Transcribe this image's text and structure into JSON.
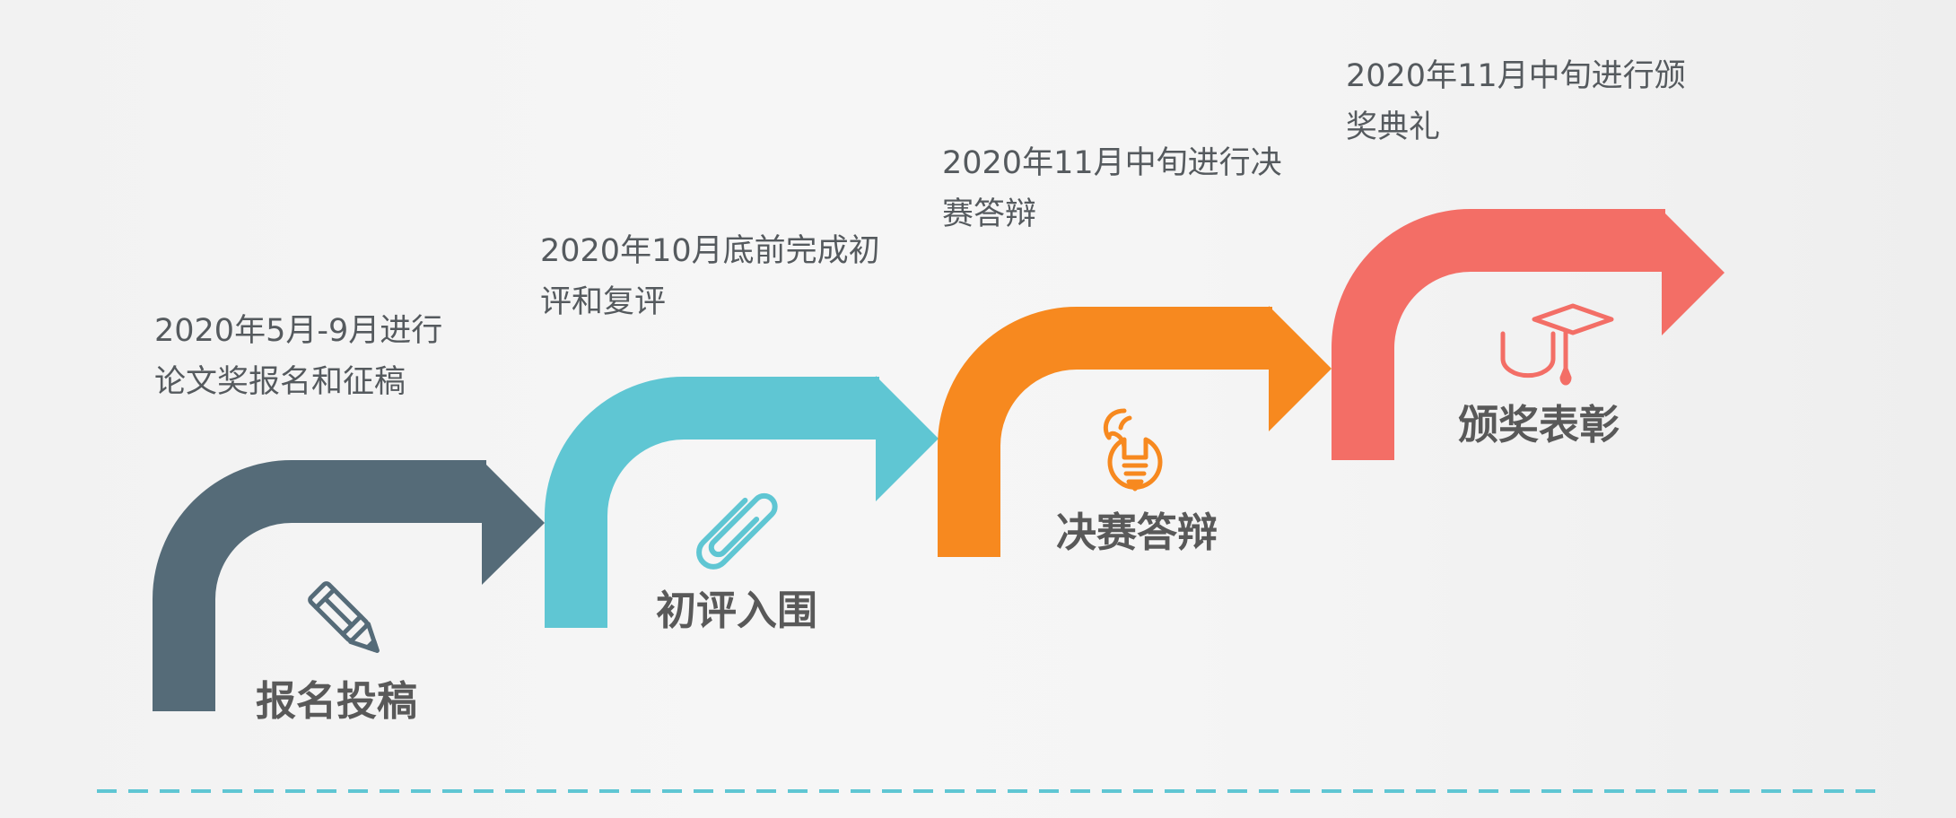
{
  "steps": [
    {
      "title": "报名投稿",
      "desc": "2020年5月-9月进行论文奖报名和征稿",
      "color": "#556b78",
      "icon": "pencil-icon"
    },
    {
      "title": "初评入围",
      "desc": "2020年10月底前完成初评和复评",
      "color": "#5fc6d3",
      "icon": "paperclip-icon"
    },
    {
      "title": "决赛答辩",
      "desc": "2020年11月中旬进行决赛答辩",
      "color": "#f7891f",
      "icon": "lightbulb-icon"
    },
    {
      "title": "颁奖表彰",
      "desc": "2020年11月中旬进行颁奖典礼",
      "color": "#f36e66",
      "icon": "graduation-cap-icon"
    }
  ],
  "divider_color": "#5fc6d3"
}
